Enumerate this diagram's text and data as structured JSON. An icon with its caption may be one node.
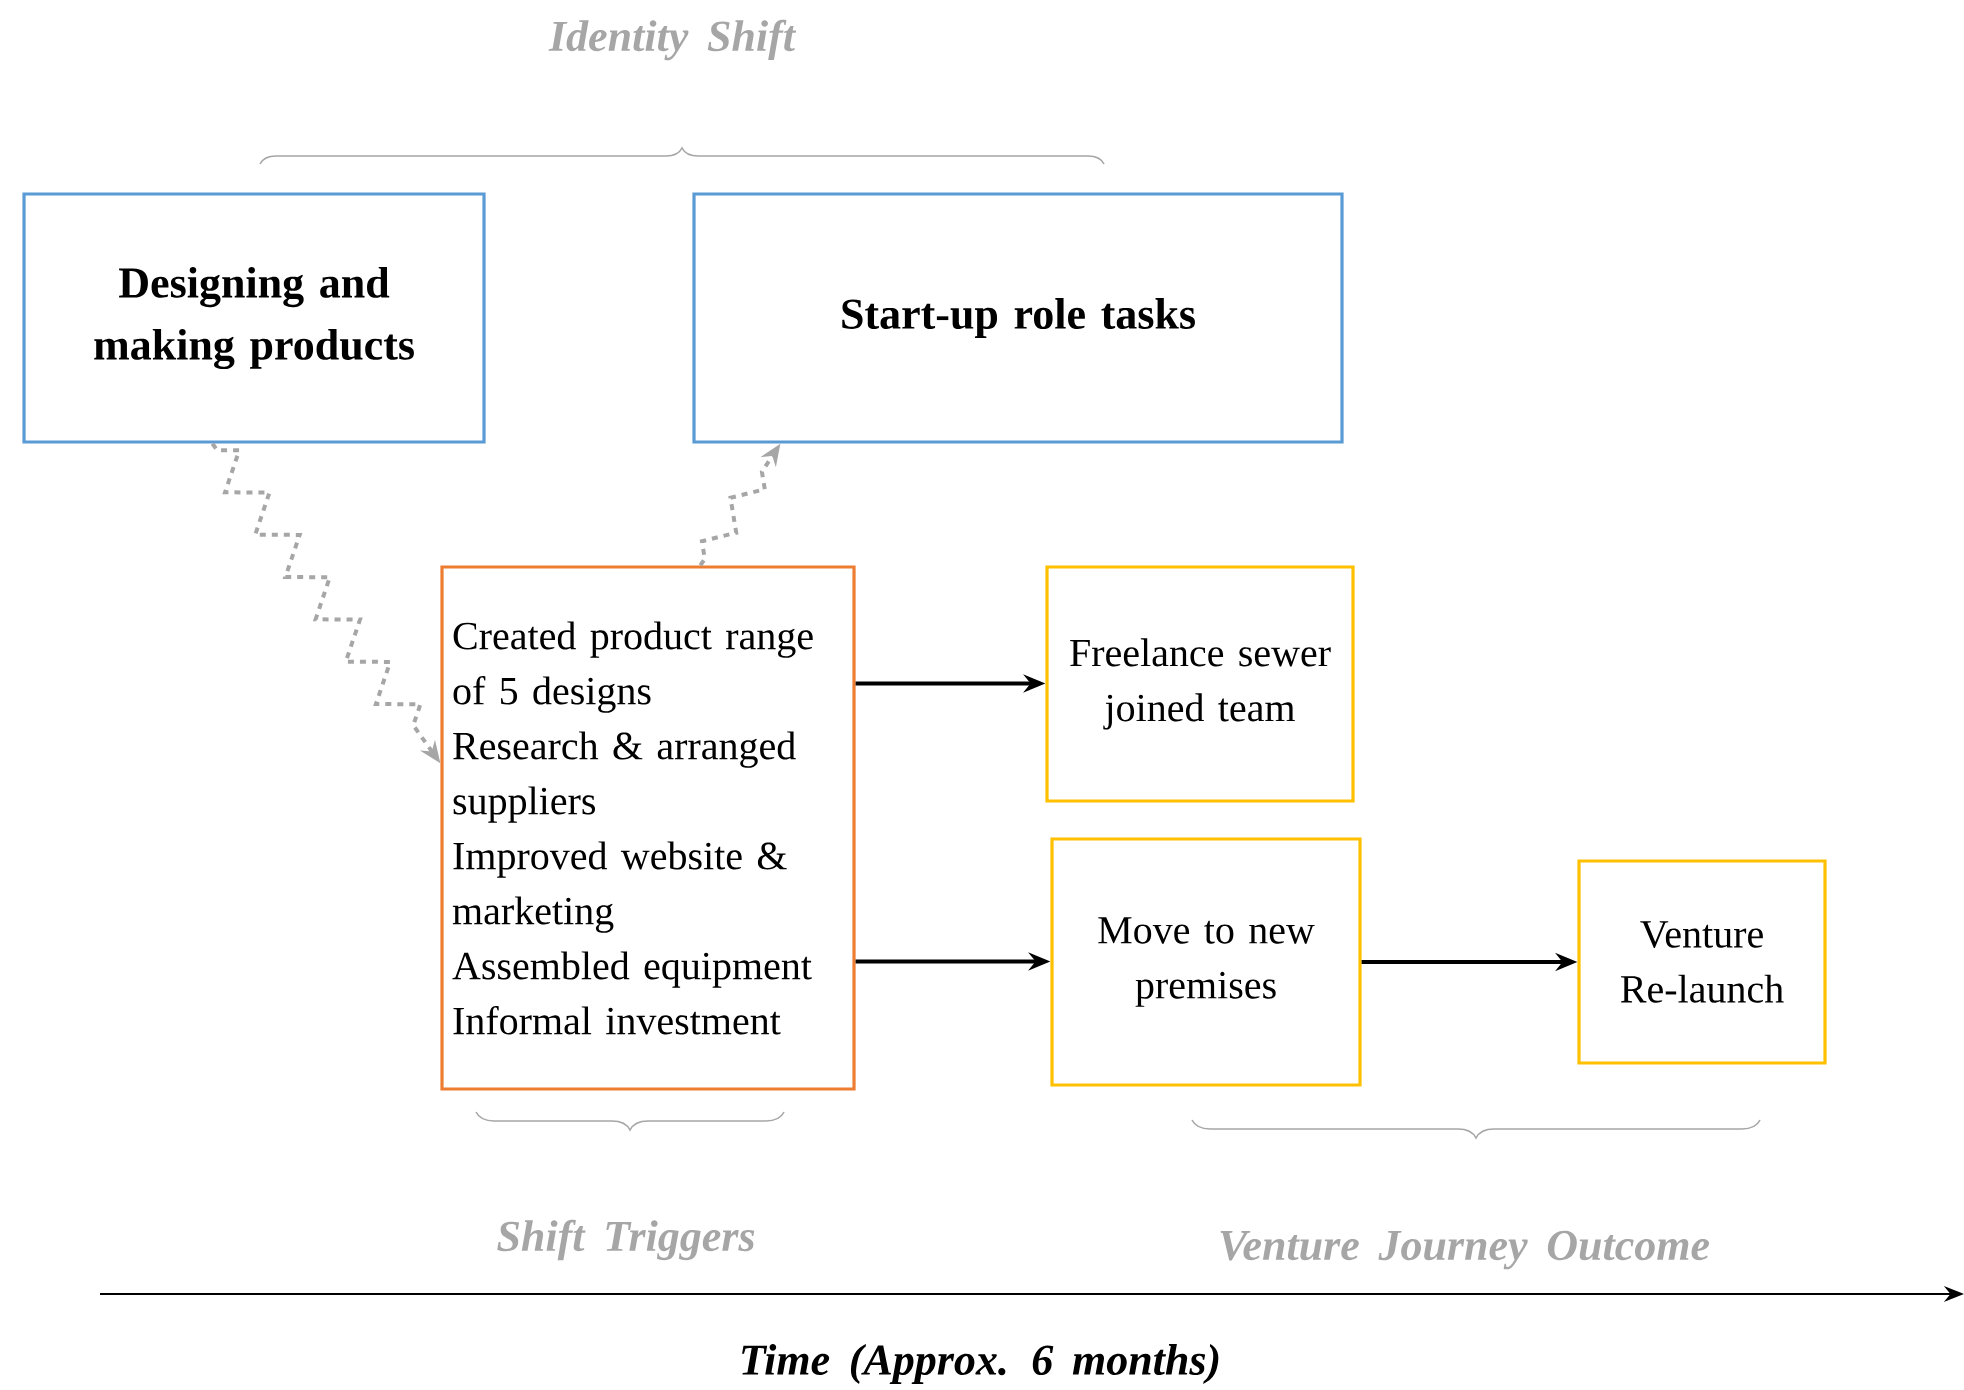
{
  "diagram": {
    "nodes": [
      {
        "text": [
          "Designing and making products"
        ]
      },
      {
        "text": [
          "Start-up role tasks"
        ]
      },
      {
        "text": [
          "Created product range of 5 designs",
          "Research & arranged suppliers",
          "Improved website & marketing",
          "Assembled equipment",
          "Informal investment"
        ]
      },
      {
        "text": [
          "Freelance sewer joined team"
        ]
      },
      {
        "text": [
          "Move to new premises"
        ]
      },
      {
        "text": [
          "Venture Re-launch"
        ]
      }
    ],
    "edges": [
      {
        "from": 0,
        "to": 2,
        "arrow": "to",
        "style": "dashed",
        "color": "#a6a6a6"
      },
      {
        "from": 2,
        "to": 1,
        "arrow": "to",
        "style": "dashed",
        "color": "#a6a6a6"
      },
      {
        "from": 2,
        "to": 3,
        "arrow": "to"
      },
      {
        "from": 2,
        "to": 4,
        "arrow": "to"
      },
      {
        "from": 4,
        "to": 5,
        "arrow": "to"
      }
    ],
    "labels": [
      "Identity Shift",
      "Shift Triggers",
      "Venture Journey Outcome",
      "Time (Approx. 6 months)"
    ]
  }
}
